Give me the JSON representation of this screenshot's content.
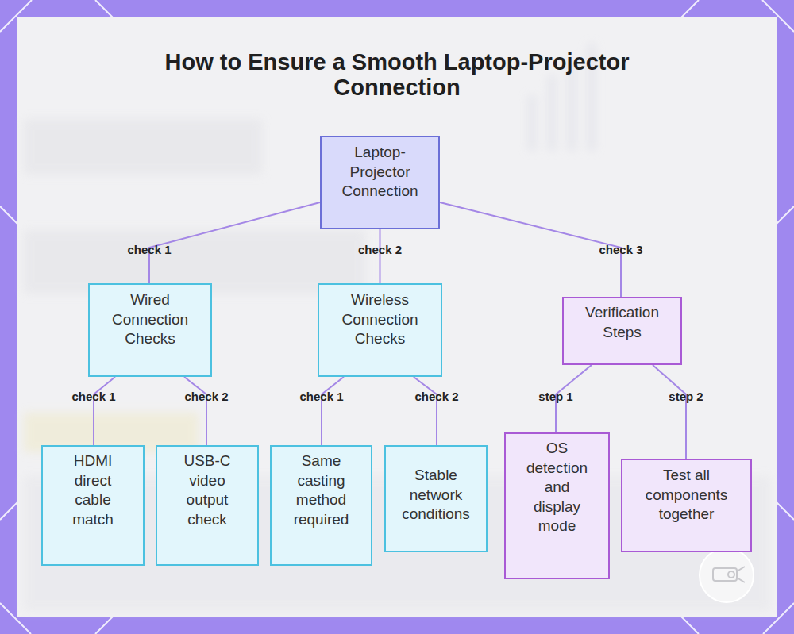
{
  "diagram": {
    "title": "How to Ensure a Smooth Laptop-Projector Connection",
    "nodes": [
      {
        "text": [
          "Laptop-Projector Connection"
        ]
      },
      {
        "text": [
          "Wired Connection Checks"
        ]
      },
      {
        "text": [
          "Wireless Connection Checks"
        ]
      },
      {
        "text": [
          "Verification Steps"
        ]
      },
      {
        "text": [
          "HDMI direct cable match"
        ]
      },
      {
        "text": [
          "USB-C video output check"
        ]
      },
      {
        "text": [
          "Same casting method required"
        ]
      },
      {
        "text": [
          "Stable network conditions"
        ]
      },
      {
        "text": [
          "OS detection and display mode"
        ]
      },
      {
        "text": [
          "Test all components together"
        ]
      }
    ],
    "edges": [
      {
        "from": 0,
        "to": 1,
        "arrow": "none",
        "label": "check 1"
      },
      {
        "from": 0,
        "to": 2,
        "arrow": "none",
        "label": "check 2"
      },
      {
        "from": 0,
        "to": 3,
        "arrow": "none",
        "label": "check 3"
      },
      {
        "from": 1,
        "to": 4,
        "arrow": "none",
        "label": "check 1"
      },
      {
        "from": 1,
        "to": 5,
        "arrow": "none",
        "label": "check 2"
      },
      {
        "from": 2,
        "to": 6,
        "arrow": "none",
        "label": "check 1"
      },
      {
        "from": 2,
        "to": 7,
        "arrow": "none",
        "label": "check 2"
      },
      {
        "from": 3,
        "to": 8,
        "arrow": "none",
        "label": "step 1"
      },
      {
        "from": 3,
        "to": 9,
        "arrow": "none",
        "label": "step 2"
      }
    ]
  }
}
